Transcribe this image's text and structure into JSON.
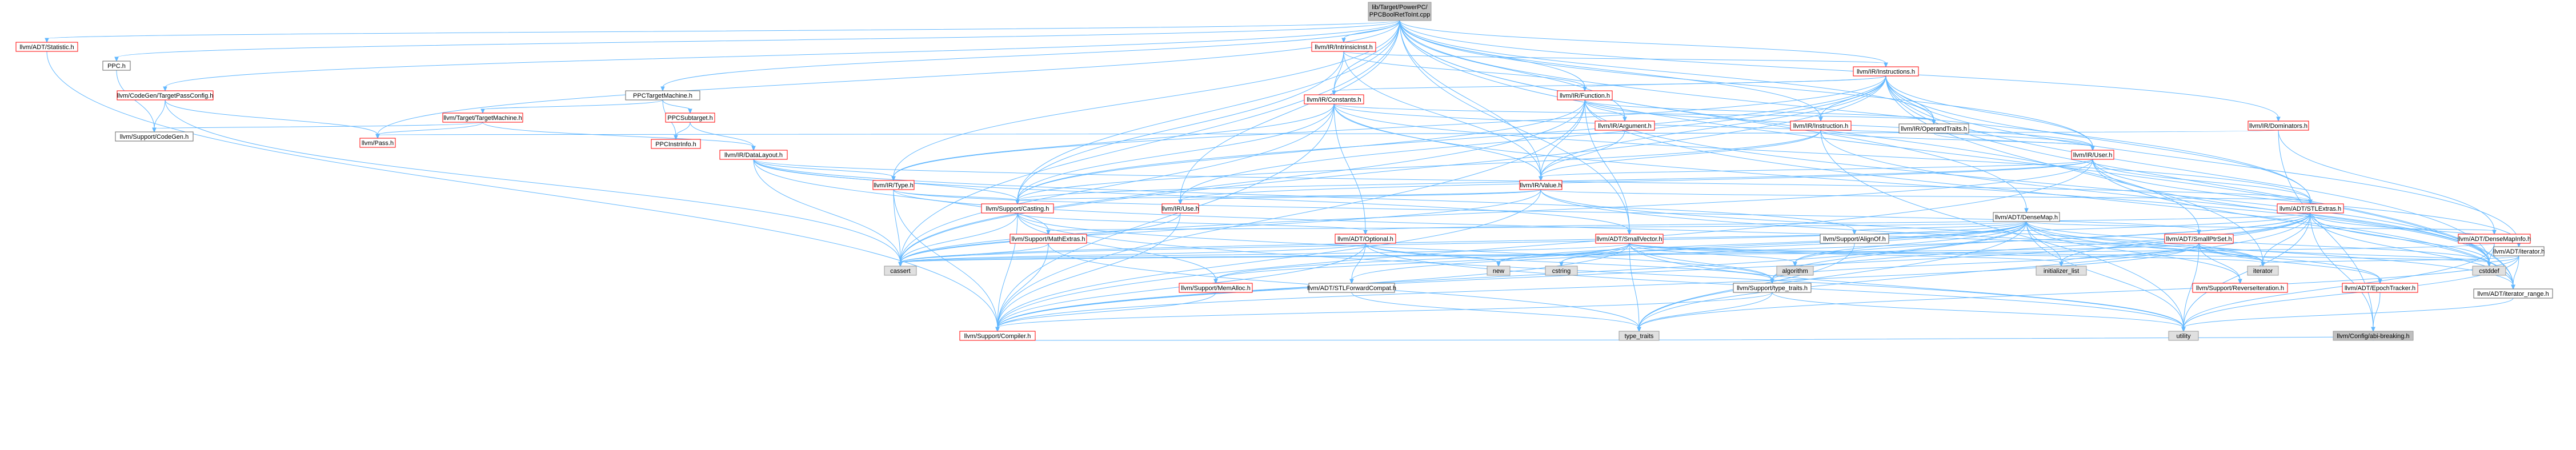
{
  "graph": {
    "nodes": [
      {
        "id": "root",
        "label": "lib/Target/PowerPC/PPCBoolRetToInt.cpp",
        "style": "gray"
      },
      {
        "id": "statistic",
        "label": "llvm/ADT/Statistic.h",
        "style": "red"
      },
      {
        "id": "ppch",
        "label": "PPC.h",
        "style": "plain"
      },
      {
        "id": "codegen_tpc",
        "label": "llvm/CodeGen/TargetPassConfig.h",
        "style": "red"
      },
      {
        "id": "ppctm",
        "label": "PPCTargetMachine.h",
        "style": "plain"
      },
      {
        "id": "intrinsicinst",
        "label": "llvm/IR/IntrinsicInst.h",
        "style": "red"
      },
      {
        "id": "instructions",
        "label": "llvm/IR/Instructions.h",
        "style": "red"
      },
      {
        "id": "dominators",
        "label": "llvm/IR/Dominators.h",
        "style": "red"
      },
      {
        "id": "codegenh",
        "label": "llvm/Support/CodeGen.h",
        "style": "plain"
      },
      {
        "id": "target_tm",
        "label": "llvm/Target/TargetMachine.h",
        "style": "red"
      },
      {
        "id": "ppcsubtarget",
        "label": "PPCSubtarget.h",
        "style": "red"
      },
      {
        "id": "constants",
        "label": "llvm/IR/Constants.h",
        "style": "red"
      },
      {
        "id": "function",
        "label": "llvm/IR/Function.h",
        "style": "red"
      },
      {
        "id": "operandtraits",
        "label": "llvm/IR/OperandTraits.h",
        "style": "plain"
      },
      {
        "id": "argument",
        "label": "llvm/IR/Argument.h",
        "style": "red"
      },
      {
        "id": "instruction",
        "label": "llvm/IR/Instruction.h",
        "style": "red"
      },
      {
        "id": "pass",
        "label": "llvm/Pass.h",
        "style": "red"
      },
      {
        "id": "ppcinstrinfo",
        "label": "PPCInstrInfo.h",
        "style": "red"
      },
      {
        "id": "datalayout",
        "label": "llvm/IR/DataLayout.h",
        "style": "red"
      },
      {
        "id": "user",
        "label": "llvm/IR/User.h",
        "style": "red"
      },
      {
        "id": "type",
        "label": "llvm/IR/Type.h",
        "style": "red"
      },
      {
        "id": "value",
        "label": "llvm/IR/Value.h",
        "style": "red"
      },
      {
        "id": "casting",
        "label": "llvm/Support/Casting.h",
        "style": "red"
      },
      {
        "id": "use",
        "label": "llvm/IR/Use.h",
        "style": "red"
      },
      {
        "id": "stlextras",
        "label": "llvm/ADT/STLExtras.h",
        "style": "red"
      },
      {
        "id": "densemap",
        "label": "llvm/ADT/DenseMap.h",
        "style": "plain"
      },
      {
        "id": "mathextras",
        "label": "llvm/Support/MathExtras.h",
        "style": "red"
      },
      {
        "id": "optional",
        "label": "llvm/ADT/Optional.h",
        "style": "red"
      },
      {
        "id": "smallvector",
        "label": "llvm/ADT/SmallVector.h",
        "style": "red"
      },
      {
        "id": "alignof",
        "label": "llvm/Support/AlignOf.h",
        "style": "plain"
      },
      {
        "id": "smallptrset",
        "label": "llvm/ADT/SmallPtrSet.h",
        "style": "red"
      },
      {
        "id": "densemapinfo",
        "label": "llvm/ADT/DenseMapInfo.h",
        "style": "red"
      },
      {
        "id": "iteratorh",
        "label": "llvm/ADT/iterator.h",
        "style": "plain"
      },
      {
        "id": "cassert",
        "label": "cassert",
        "style": "std"
      },
      {
        "id": "memalloc",
        "label": "llvm/Support/MemAlloc.h",
        "style": "red"
      },
      {
        "id": "stlforwardcompat",
        "label": "llvm/ADT/STLForwardCompat.h",
        "style": "plain"
      },
      {
        "id": "new",
        "label": "new",
        "style": "std"
      },
      {
        "id": "cstring",
        "label": "cstring",
        "style": "std"
      },
      {
        "id": "typetraitsh",
        "label": "llvm/Support/type_traits.h",
        "style": "plain"
      },
      {
        "id": "algorithm",
        "label": "algorithm",
        "style": "std"
      },
      {
        "id": "initializer_list",
        "label": "initializer_list",
        "style": "std"
      },
      {
        "id": "iterator",
        "label": "iterator",
        "style": "std"
      },
      {
        "id": "reverseiteration",
        "label": "llvm/Support/ReverseIteration.h",
        "style": "red"
      },
      {
        "id": "epochtracker",
        "label": "llvm/ADT/EpochTracker.h",
        "style": "red"
      },
      {
        "id": "cstddef",
        "label": "cstddef",
        "style": "std"
      },
      {
        "id": "iterator_range",
        "label": "llvm/ADT/iterator_range.h",
        "style": "plain"
      },
      {
        "id": "compiler",
        "label": "llvm/Support/Compiler.h",
        "style": "red"
      },
      {
        "id": "type_traits",
        "label": "type_traits",
        "style": "std"
      },
      {
        "id": "utility",
        "label": "utility",
        "style": "std"
      },
      {
        "id": "abibreaking",
        "label": "llvm/Config/abi-breaking.h",
        "style": "gray"
      }
    ],
    "edges": [
      [
        "root",
        "statistic"
      ],
      [
        "root",
        "ppch"
      ],
      [
        "root",
        "codegen_tpc"
      ],
      [
        "root",
        "ppctm"
      ],
      [
        "root",
        "intrinsicinst"
      ],
      [
        "root",
        "instructions"
      ],
      [
        "root",
        "dominators"
      ],
      [
        "root",
        "cassert"
      ],
      [
        "root",
        "pass"
      ],
      [
        "root",
        "type"
      ],
      [
        "root",
        "casting"
      ],
      [
        "root",
        "value"
      ],
      [
        "root",
        "use"
      ],
      [
        "root",
        "user"
      ],
      [
        "root",
        "constants"
      ],
      [
        "root",
        "function"
      ],
      [
        "root",
        "argument"
      ],
      [
        "root",
        "instruction"
      ],
      [
        "root",
        "operandtraits"
      ],
      [
        "root",
        "stlextras"
      ],
      [
        "root",
        "densemap"
      ],
      [
        "root",
        "smallptrset"
      ],
      [
        "root",
        "smallvector"
      ],
      [
        "root",
        "iterator_range"
      ],
      [
        "statistic",
        "compiler"
      ],
      [
        "ppch",
        "codegenh"
      ],
      [
        "codegen_tpc",
        "codegenh"
      ],
      [
        "codegen_tpc",
        "pass"
      ],
      [
        "codegen_tpc",
        "cassert"
      ],
      [
        "ppctm",
        "target_tm"
      ],
      [
        "ppctm",
        "ppcsubtarget"
      ],
      [
        "ppctm",
        "ppcinstrinfo"
      ],
      [
        "target_tm",
        "codegenh"
      ],
      [
        "target_tm",
        "pass"
      ],
      [
        "target_tm",
        "datalayout"
      ],
      [
        "ppcsubtarget",
        "ppcinstrinfo"
      ],
      [
        "ppcsubtarget",
        "datalayout"
      ],
      [
        "intrinsicinst",
        "instructions"
      ],
      [
        "intrinsicinst",
        "constants"
      ],
      [
        "intrinsicinst",
        "function"
      ],
      [
        "intrinsicinst",
        "value"
      ],
      [
        "intrinsicinst",
        "casting"
      ],
      [
        "instructions",
        "constants"
      ],
      [
        "instructions",
        "function"
      ],
      [
        "instructions",
        "instruction"
      ],
      [
        "instructions",
        "operandtraits"
      ],
      [
        "instructions",
        "user"
      ],
      [
        "instructions",
        "type"
      ],
      [
        "instructions",
        "use"
      ],
      [
        "instructions",
        "value"
      ],
      [
        "instructions",
        "casting"
      ],
      [
        "instructions",
        "stlextras"
      ],
      [
        "instructions",
        "iteratorh"
      ],
      [
        "instructions",
        "iterator_range"
      ],
      [
        "instructions",
        "cassert"
      ],
      [
        "instructions",
        "cstddef"
      ],
      [
        "instructions",
        "iterator"
      ],
      [
        "dominators",
        "pass"
      ],
      [
        "dominators",
        "densemapinfo"
      ],
      [
        "dominators",
        "abibreaking"
      ],
      [
        "constants",
        "operandtraits"
      ],
      [
        "constants",
        "user"
      ],
      [
        "constants",
        "type"
      ],
      [
        "constants",
        "value"
      ],
      [
        "constants",
        "casting"
      ],
      [
        "constants",
        "optional"
      ],
      [
        "constants",
        "stlextras"
      ],
      [
        "constants",
        "cassert"
      ],
      [
        "constants",
        "cstddef"
      ],
      [
        "constants",
        "compiler"
      ],
      [
        "function",
        "argument"
      ],
      [
        "function",
        "operandtraits"
      ],
      [
        "function",
        "user"
      ],
      [
        "function",
        "value"
      ],
      [
        "function",
        "casting"
      ],
      [
        "function",
        "compiler"
      ],
      [
        "function",
        "iterator_range"
      ],
      [
        "function",
        "cassert"
      ],
      [
        "function",
        "cstddef"
      ],
      [
        "function",
        "smallvector"
      ],
      [
        "argument",
        "value"
      ],
      [
        "instruction",
        "user"
      ],
      [
        "instruction",
        "value"
      ],
      [
        "instruction",
        "casting"
      ],
      [
        "instruction",
        "cstddef"
      ],
      [
        "instruction",
        "utility"
      ],
      [
        "operandtraits",
        "user"
      ],
      [
        "user",
        "value"
      ],
      [
        "user",
        "use"
      ],
      [
        "user",
        "casting"
      ],
      [
        "user",
        "stlextras"
      ],
      [
        "user",
        "iteratorh"
      ],
      [
        "user",
        "iterator_range"
      ],
      [
        "user",
        "cassert"
      ],
      [
        "user",
        "cstddef"
      ],
      [
        "user",
        "compiler"
      ],
      [
        "datalayout",
        "type"
      ],
      [
        "datalayout",
        "casting"
      ],
      [
        "datalayout",
        "mathextras"
      ],
      [
        "datalayout",
        "smallvector"
      ],
      [
        "datalayout",
        "stlextras"
      ],
      [
        "datalayout",
        "cassert"
      ],
      [
        "datalayout",
        "alignof"
      ],
      [
        "type",
        "casting"
      ],
      [
        "type",
        "compiler"
      ],
      [
        "type",
        "cassert"
      ],
      [
        "type",
        "iterator"
      ],
      [
        "type",
        "smallptrset"
      ],
      [
        "value",
        "use"
      ],
      [
        "value",
        "casting"
      ],
      [
        "value",
        "compiler"
      ],
      [
        "value",
        "cassert"
      ],
      [
        "value",
        "iterator"
      ],
      [
        "value",
        "stlextras"
      ],
      [
        "value",
        "iterator_range"
      ],
      [
        "use",
        "compiler"
      ],
      [
        "use",
        "cassert"
      ],
      [
        "casting",
        "compiler"
      ],
      [
        "casting",
        "cassert"
      ],
      [
        "casting",
        "memalloc"
      ],
      [
        "casting",
        "optional"
      ],
      [
        "casting",
        "typetraitsh"
      ],
      [
        "casting",
        "utility"
      ],
      [
        "stlextras",
        "optional"
      ],
      [
        "stlextras",
        "stlforwardcompat"
      ],
      [
        "stlextras",
        "iteratorh"
      ],
      [
        "stlextras",
        "iterator_range"
      ],
      [
        "stlextras",
        "typetraitsh"
      ],
      [
        "stlextras",
        "cassert"
      ],
      [
        "stlextras",
        "algorithm"
      ],
      [
        "stlextras",
        "cstddef"
      ],
      [
        "stlextras",
        "initializer_list"
      ],
      [
        "stlextras",
        "iterator"
      ],
      [
        "stlextras",
        "type_traits"
      ],
      [
        "stlextras",
        "utility"
      ],
      [
        "stlextras",
        "abibreaking"
      ],
      [
        "stlextras",
        "compiler"
      ],
      [
        "densemap",
        "densemapinfo"
      ],
      [
        "densemap",
        "epochtracker"
      ],
      [
        "densemap",
        "alignof"
      ],
      [
        "densemap",
        "compiler"
      ],
      [
        "densemap",
        "mathextras"
      ],
      [
        "densemap",
        "memalloc"
      ],
      [
        "densemap",
        "reverseiteration"
      ],
      [
        "densemap",
        "typetraitsh"
      ],
      [
        "densemap",
        "algorithm"
      ],
      [
        "densemap",
        "cassert"
      ],
      [
        "densemap",
        "cstddef"
      ],
      [
        "densemap",
        "cstring"
      ],
      [
        "densemap",
        "initializer_list"
      ],
      [
        "densemap",
        "iterator"
      ],
      [
        "densemap",
        "new"
      ],
      [
        "densemap",
        "type_traits"
      ],
      [
        "densemap",
        "utility"
      ],
      [
        "mathextras",
        "compiler"
      ],
      [
        "mathextras",
        "cassert"
      ],
      [
        "mathextras",
        "type_traits"
      ],
      [
        "optional",
        "compiler"
      ],
      [
        "optional",
        "stlforwardcompat"
      ],
      [
        "optional",
        "typetraitsh"
      ],
      [
        "optional",
        "cassert"
      ],
      [
        "optional",
        "new"
      ],
      [
        "optional",
        "utility"
      ],
      [
        "smallvector",
        "compiler"
      ],
      [
        "smallvector",
        "typetraitsh"
      ],
      [
        "smallvector",
        "memalloc"
      ],
      [
        "smallvector",
        "algorithm"
      ],
      [
        "smallvector",
        "cassert"
      ],
      [
        "smallvector",
        "cstddef"
      ],
      [
        "smallvector",
        "cstring"
      ],
      [
        "smallvector",
        "initializer_list"
      ],
      [
        "smallvector",
        "iterator"
      ],
      [
        "smallvector",
        "new"
      ],
      [
        "smallvector",
        "type_traits"
      ],
      [
        "smallvector",
        "utility"
      ],
      [
        "alignof",
        "type_traits"
      ],
      [
        "smallptrset",
        "epochtracker"
      ],
      [
        "smallptrset",
        "compiler"
      ],
      [
        "smallptrset",
        "reverseiteration"
      ],
      [
        "smallptrset",
        "typetraitsh"
      ],
      [
        "smallptrset",
        "cassert"
      ],
      [
        "smallptrset",
        "cstddef"
      ],
      [
        "smallptrset",
        "initializer_list"
      ],
      [
        "smallptrset",
        "iterator"
      ],
      [
        "smallptrset",
        "utility"
      ],
      [
        "densemapinfo",
        "cassert"
      ],
      [
        "densemapinfo",
        "cstddef"
      ],
      [
        "densemapinfo",
        "utility"
      ],
      [
        "iteratorh",
        "iterator_range"
      ],
      [
        "iteratorh",
        "cstddef"
      ],
      [
        "iteratorh",
        "iterator"
      ],
      [
        "iteratorh",
        "type_traits"
      ],
      [
        "iteratorh",
        "utility"
      ],
      [
        "memalloc",
        "compiler"
      ],
      [
        "stlforwardcompat",
        "type_traits"
      ],
      [
        "typetraitsh",
        "compiler"
      ],
      [
        "typetraitsh",
        "type_traits"
      ],
      [
        "typetraitsh",
        "utility"
      ],
      [
        "epochtracker",
        "abibreaking"
      ],
      [
        "iterator_range",
        "utility"
      ],
      [
        "compiler",
        "abibreaking"
      ]
    ]
  }
}
